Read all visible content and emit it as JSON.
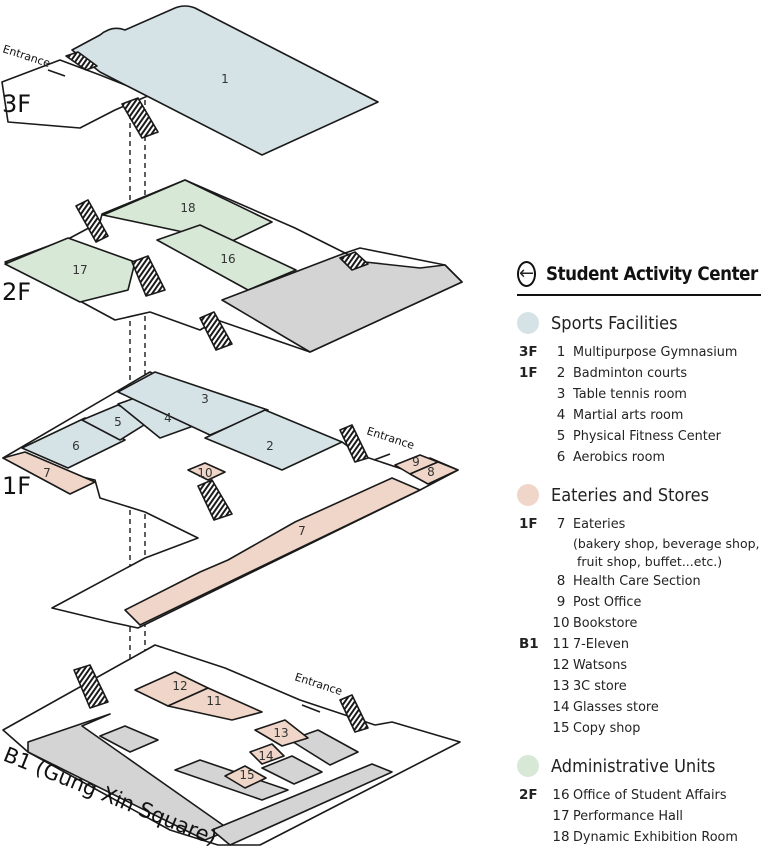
{
  "title": "Student Activity Center",
  "title_icon": "arrow-left-circle-icon",
  "colors": {
    "sports": "#d6e3e6",
    "eateries": "#f0d6c8",
    "admin": "#d7e8d7",
    "gray": "#d4d4d4",
    "outline": "#1a1a1a"
  },
  "floors": {
    "f3": "3F",
    "f2": "2F",
    "f1": "1F",
    "b1": "B1 (Gung Xin Square)"
  },
  "entrance_label": "Entrance",
  "room_numbers": {
    "r1": "1",
    "r2": "2",
    "r3": "3",
    "r4": "4",
    "r5": "5",
    "r6": "6",
    "r7a": "7",
    "r7b": "7",
    "r8": "8",
    "r9": "9",
    "r10": "10",
    "r11": "11",
    "r12": "12",
    "r13": "13",
    "r14": "14",
    "r15": "15",
    "r16": "16",
    "r17": "17",
    "r18": "18"
  },
  "legend": {
    "categories": [
      {
        "name": "Sports Facilities",
        "color": "#d6e3e6",
        "items": [
          {
            "floor": "3F",
            "num": "1",
            "label": "Multipurpose Gymnasium"
          },
          {
            "floor": "1F",
            "num": "2",
            "label": "Badminton courts"
          },
          {
            "floor": "",
            "num": "3",
            "label": "Table tennis room"
          },
          {
            "floor": "",
            "num": "4",
            "label": "Martial arts room"
          },
          {
            "floor": "",
            "num": "5",
            "label": "Physical Fitness Center"
          },
          {
            "floor": "",
            "num": "6",
            "label": "Aerobics room"
          }
        ]
      },
      {
        "name": "Eateries and Stores",
        "color": "#f0d6c8",
        "items": [
          {
            "floor": "1F",
            "num": "7",
            "label": "Eateries",
            "sub": [
              "(bakery shop, beverage shop,",
              "fruit shop, buffet...etc.)"
            ]
          },
          {
            "floor": "",
            "num": "8",
            "label": "Health Care Section"
          },
          {
            "floor": "",
            "num": "9",
            "label": "Post Office"
          },
          {
            "floor": "",
            "num": "10",
            "label": "Bookstore"
          },
          {
            "floor": "B1",
            "num": "11",
            "label": "7-Eleven"
          },
          {
            "floor": "",
            "num": "12",
            "label": "Watsons"
          },
          {
            "floor": "",
            "num": "13",
            "label": "3C store"
          },
          {
            "floor": "",
            "num": "14",
            "label": "Glasses store"
          },
          {
            "floor": "",
            "num": "15",
            "label": "Copy shop"
          }
        ]
      },
      {
        "name": "Administrative Units",
        "color": "#d7e8d7",
        "items": [
          {
            "floor": "2F",
            "num": "16",
            "label": "Office of Student Affairs"
          },
          {
            "floor": "",
            "num": "17",
            "label": "Performance Hall"
          },
          {
            "floor": "",
            "num": "18",
            "label": "Dynamic Exhibition Room"
          }
        ]
      }
    ]
  }
}
